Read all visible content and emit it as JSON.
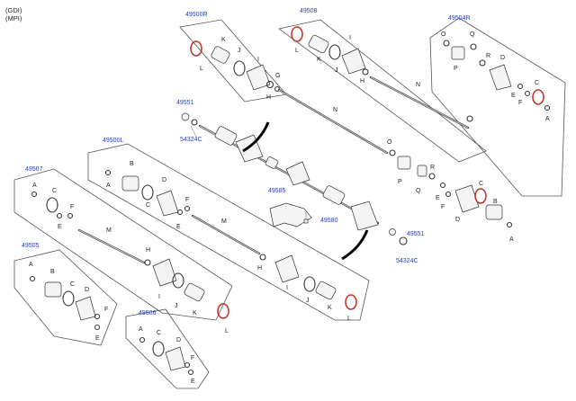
{
  "header": {
    "line1": "(GDI)",
    "line2": "(MPI)"
  },
  "callouts": {
    "c49500R": "49500R",
    "c49508": "49508",
    "c49504R": "49504R",
    "c49551a": "49551",
    "c54324a": "54324C",
    "c49500L": "49500L",
    "c49507": "49507",
    "c49585": "49585",
    "c49580": "49580",
    "c49551b": "49551",
    "c54324b": "54324C",
    "c49505": "49505",
    "c49506": "49506"
  },
  "letters": {
    "A": "A",
    "B": "B",
    "C": "C",
    "D": "D",
    "E": "E",
    "F": "F",
    "G": "G",
    "H": "H",
    "I": "I",
    "J": "J",
    "K": "K",
    "L": "L",
    "M": "M",
    "N": "N",
    "O": "O",
    "P": "P",
    "Q": "Q",
    "R": "R"
  }
}
